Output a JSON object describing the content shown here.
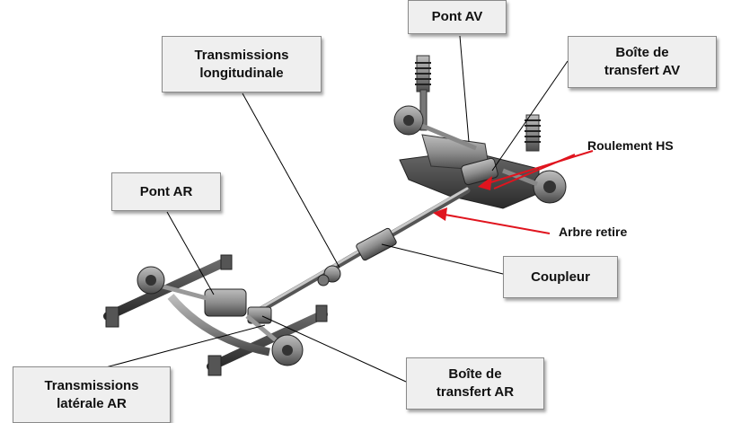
{
  "labels": {
    "pont_av": "Pont AV",
    "boite_transfert_av": "Boîte de\ntransfert AV",
    "transmissions_longitudinale": "Transmissions\nlongitudinale",
    "pont_ar": "Pont AR",
    "coupleur": "Coupleur",
    "boite_transfert_ar": "Boîte de\ntransfert AR",
    "transmissions_laterale_ar": "Transmissions\nlatérale AR"
  },
  "annotations": {
    "roulement_hs": "Roulement HS",
    "arbre_retire": "Arbre retire"
  },
  "colors": {
    "annotation_arrow": "#e0141e",
    "leader_line": "#000000",
    "label_background": "#efefef"
  }
}
